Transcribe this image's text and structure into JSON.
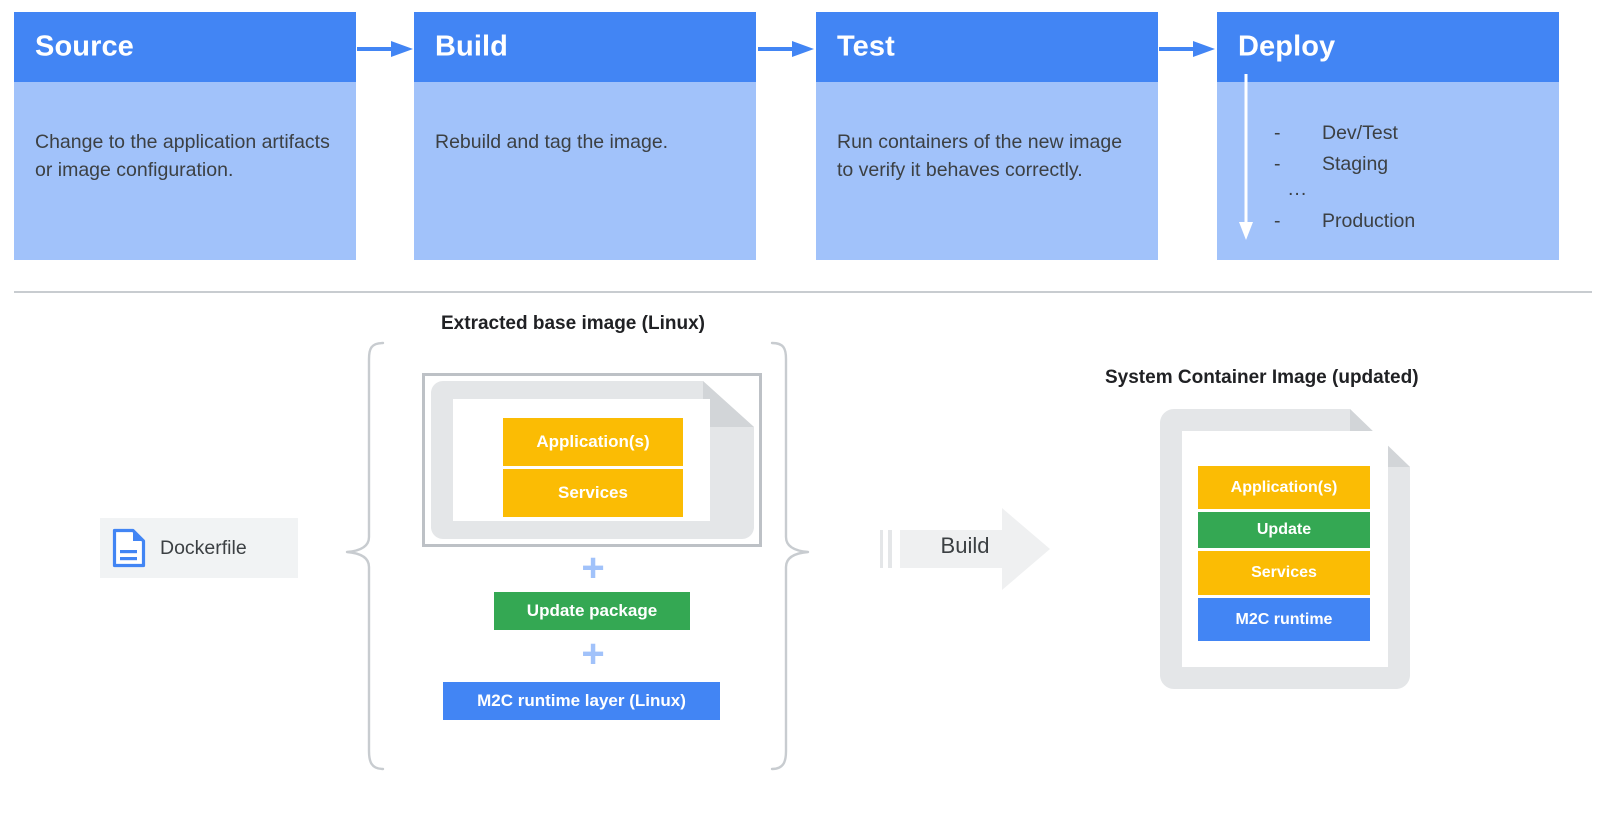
{
  "pipeline": {
    "stages": [
      {
        "id": "source",
        "title": "Source",
        "description": "Change to the application artifacts or image configuration."
      },
      {
        "id": "build",
        "title": "Build",
        "description": "Rebuild and tag the image."
      },
      {
        "id": "test",
        "title": "Test",
        "description": "Run containers of the new image to verify it behaves correctly."
      },
      {
        "id": "deploy",
        "title": "Deploy",
        "description": ""
      }
    ],
    "deploy_targets": [
      {
        "dash": "-",
        "label": "Dev/Test"
      },
      {
        "dash": "-",
        "label": "Staging"
      }
    ],
    "deploy_ellipsis": "...",
    "deploy_final": {
      "dash": "-",
      "label": "Production"
    },
    "connector_icon": "arrow-right-icon",
    "deploy_flow_icon": "arrow-down-icon"
  },
  "build_diagram": {
    "input_file": {
      "label": "Dockerfile",
      "icon": "document-file-icon"
    },
    "left_group": {
      "caption": "Extracted base image (Linux)",
      "base_image_layers": [
        {
          "label": "Application(s)",
          "color": "#FBBC04"
        },
        {
          "label": "Services",
          "color": "#FBBC04"
        }
      ],
      "plus_symbol": "+",
      "added_layers": [
        {
          "label": "Update package",
          "color": "#34A853"
        },
        {
          "label": "M2C runtime layer (Linux)",
          "color": "#4285F4"
        }
      ]
    },
    "build_action": {
      "label": "Build",
      "icon": "block-arrow-right-icon"
    },
    "right_group": {
      "caption": "System Container Image (updated)",
      "layers": [
        {
          "label": "Application(s)",
          "color": "#FBBC04"
        },
        {
          "label": "Update",
          "color": "#34A853"
        },
        {
          "label": "Services",
          "color": "#FBBC04"
        },
        {
          "label": "M2C runtime",
          "color": "#4285F4"
        }
      ]
    }
  },
  "colors": {
    "header_blue": "#4285F4",
    "body_blue": "#A1C2FA",
    "yellow": "#FBBC04",
    "green": "#34A853",
    "gray_border": "#BDC1C6",
    "gray_fill": "#E4E6E8",
    "text_dark": "#3C4043"
  }
}
